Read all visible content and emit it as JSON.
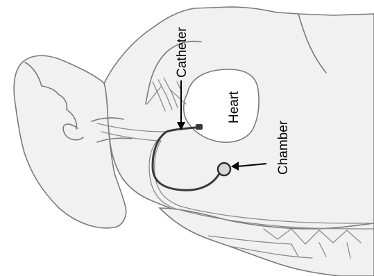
{
  "labels": {
    "catheter": "Catheter",
    "heart": "Heart",
    "chamber": "Chamber"
  },
  "colors": {
    "background": "#ffffff",
    "body_fill": "#f1f1f1",
    "heart_fill": "#ffffff",
    "outline": "#7a7a7a",
    "catheter": "#3a3a3a",
    "text": "#000000"
  }
}
